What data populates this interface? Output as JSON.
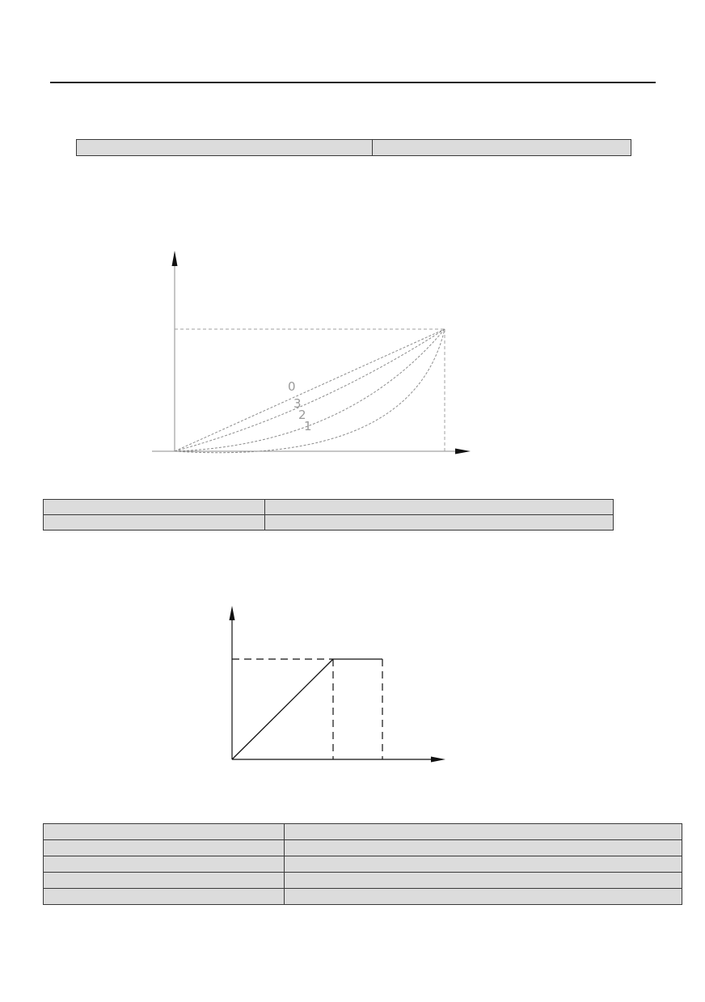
{
  "figure_1": {
    "curve_labels": [
      "0",
      "3",
      "2",
      "1"
    ]
  },
  "colors": {
    "rule": "#222222",
    "table_fill": "#dcdcdc",
    "table_border": "#3a3a3a",
    "fig1_line": "#8c8c8c",
    "fig2_line": "#111111"
  }
}
